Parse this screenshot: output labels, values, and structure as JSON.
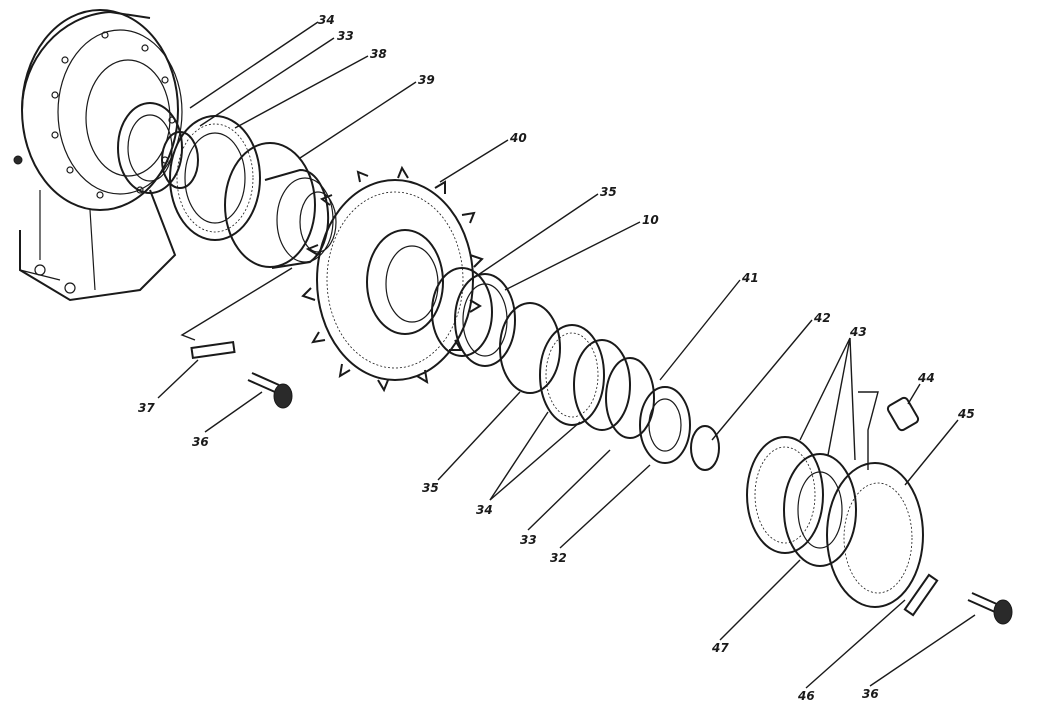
{
  "labels": {
    "l34a": "34",
    "l33a": "33",
    "l38": "38",
    "l39": "39",
    "l40": "40",
    "l35a": "35",
    "l10": "10",
    "l41": "41",
    "l42": "42",
    "l43": "43",
    "l44": "44",
    "l45": "45",
    "l37": "37",
    "l36a": "36",
    "l35b": "35",
    "l34b": "34",
    "l33b": "33",
    "l32": "32",
    "l47": "47",
    "l46": "46",
    "l36b": "36"
  }
}
